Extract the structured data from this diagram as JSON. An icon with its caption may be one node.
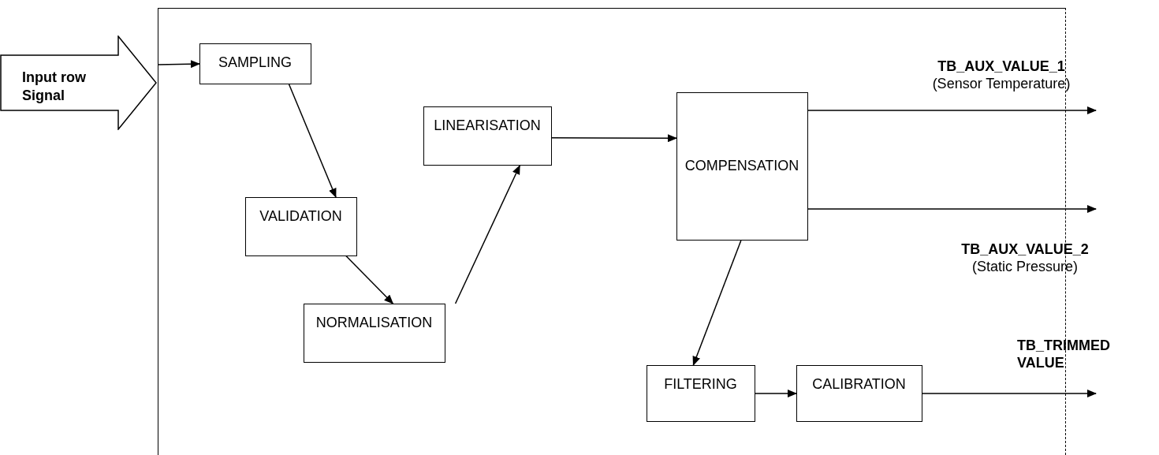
{
  "diagram": {
    "nodes": [
      {
        "text": [
          "Input row Signal"
        ]
      },
      {
        "text": [],
        "shape": "box"
      },
      {
        "text": [
          "SAMPLING"
        ],
        "in": 1
      },
      {
        "text": [
          "VALIDATION"
        ],
        "in": 1
      },
      {
        "text": [
          "NORMALISATION"
        ],
        "in": 1
      },
      {
        "text": [
          "LINEARISATION"
        ],
        "in": 1
      },
      {
        "text": [
          "COMPENSATION"
        ],
        "in": 1
      },
      {
        "text": [
          "FILTERING"
        ],
        "in": 1
      },
      {
        "text": [
          "CALIBRATION"
        ],
        "in": 1
      }
    ],
    "edges": [
      {
        "from": 0,
        "to": 2,
        "arrow": "to"
      },
      {
        "from": 2,
        "to": 3,
        "arrow": "to"
      },
      {
        "from": 3,
        "to": 4,
        "arrow": "to"
      },
      {
        "from": 4,
        "to": 5,
        "arrow": "to"
      },
      {
        "from": 5,
        "to": 6,
        "arrow": "to"
      },
      {
        "from": 6,
        "to": 7,
        "arrow": "to"
      },
      {
        "from": 7,
        "to": 8,
        "arrow": "to"
      },
      {
        "from": 6,
        "to": null,
        "arrow": "to",
        "label": "**TB_AUX_VALUE_1** (Sensor Temperature)"
      },
      {
        "from": 6,
        "to": null,
        "arrow": "to",
        "label": "**TB_AUX_VALUE_2** (Static Pressure)"
      },
      {
        "from": 8,
        "to": null,
        "arrow": "to",
        "label": "TB_TRIMMED VALUE"
      }
    ]
  }
}
